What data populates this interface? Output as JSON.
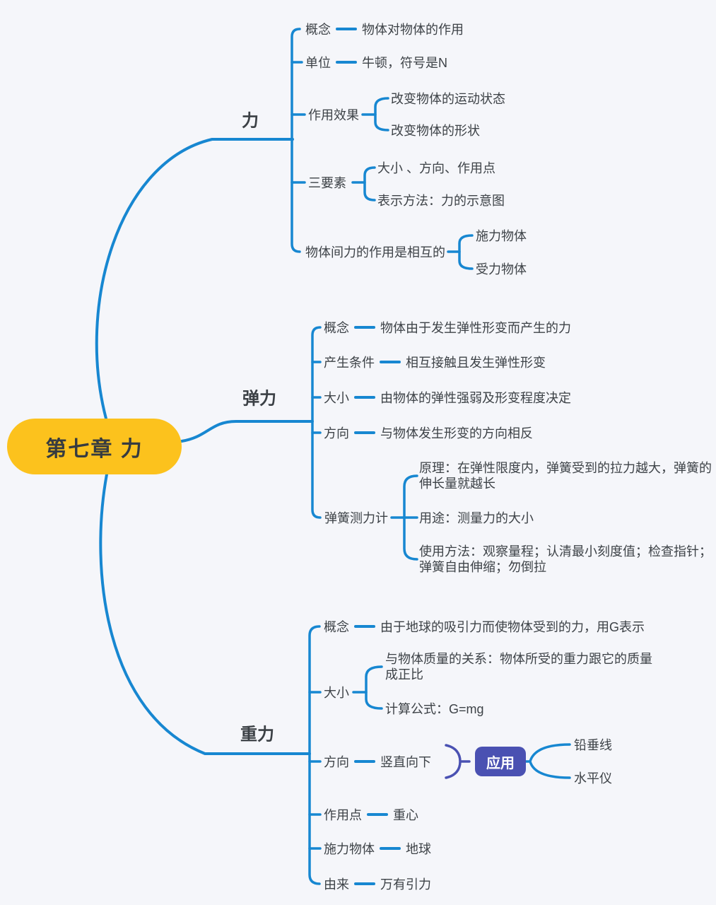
{
  "colors": {
    "edge_blue": "#1787d1",
    "accent_purple": "#4a51b2",
    "root_yellow": "#fcc21d",
    "text": "#3d4247",
    "application_text": "#ffffff",
    "background": "#f5f6fa"
  },
  "root": {
    "label": "第七章 力"
  },
  "branches": {
    "force": {
      "label": "力",
      "items": {
        "concept": {
          "label": "概念",
          "value": "物体对物体的作用"
        },
        "unit": {
          "label": "单位",
          "value": "牛顿，符号是N"
        },
        "effects": {
          "label": "作用效果",
          "children": {
            "motion_state": "改变物体的运动状态",
            "shape": "改变物体的形状"
          }
        },
        "three_elements": {
          "label": "三要素",
          "children": {
            "elements": "大小 、方向、作用点",
            "representation": "表示方法：力的示意图"
          }
        },
        "mutual": {
          "label": "物体间力的作用是相互的",
          "children": {
            "exerting": "施力物体",
            "receiving": "受力物体"
          }
        }
      }
    },
    "elastic_force": {
      "label": "弹力",
      "items": {
        "concept": {
          "label": "概念",
          "value": "物体由于发生弹性形变而产生的力"
        },
        "condition": {
          "label": "产生条件",
          "value": "相互接触且发生弹性形变"
        },
        "magnitude": {
          "label": "大小",
          "value": "由物体的弹性强弱及形变程度决定"
        },
        "direction": {
          "label": "方向",
          "value": "与物体发生形变的方向相反"
        },
        "spring_dynamometer": {
          "label": "弹簧测力计",
          "children": {
            "principle": "原理：在弹性限度内，弹簧受到的拉力越大，弹簧的伸长量就越长",
            "use": "用途：测量力的大小",
            "method": "使用方法：观察量程；认清最小刻度值；检查指针；弹簧自由伸缩；勿倒拉"
          }
        }
      }
    },
    "gravity": {
      "label": "重力",
      "items": {
        "concept": {
          "label": "概念",
          "value": "由于地球的吸引力而使物体受到的力，用G表示"
        },
        "magnitude": {
          "label": "大小",
          "children": {
            "mass_relation": "与物体质量的关系：物体所受的重力跟它的质量成正比",
            "formula": "计算公式：G=mg"
          }
        },
        "direction": {
          "label": "方向",
          "value": "竖直向下",
          "application": {
            "label": "应用",
            "children": {
              "plumb_line": "铅垂线",
              "spirit_level": "水平仪"
            }
          }
        },
        "action_point": {
          "label": "作用点",
          "value": "重心"
        },
        "exerting_object": {
          "label": "施力物体",
          "value": "地球"
        },
        "origin": {
          "label": "由来",
          "value": "万有引力"
        }
      }
    }
  }
}
